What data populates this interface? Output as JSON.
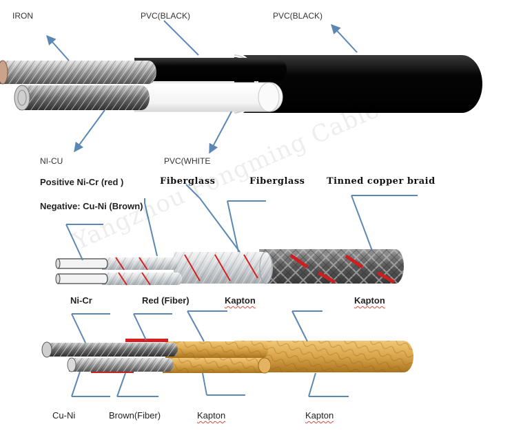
{
  "top_diagram": {
    "labels": {
      "iron": "IRON",
      "pvc_black_inner": "PVC(BLACK)",
      "pvc_black_outer": "PVC(BLACK)",
      "ni_cu": "NI-CU",
      "pvc_white": "PVC(WHITE"
    }
  },
  "middle_diagram": {
    "legend_positive": "Positive Ni-Cr (red )",
    "legend_negative": "Negative: Cu-Ni (Brown)",
    "top_labels": {
      "fiberglass_1": "Fiberglass",
      "fiberglass_2": "Fiberglass",
      "tinned_braid": "Tinned copper braid"
    },
    "bottom_labels": {
      "ni_cr": "Ni-Cr",
      "red_fiber": "Red (Fiber)",
      "kapton_1": "Kapton",
      "kapton_2": "Kapton"
    },
    "watermark": "Yangzhou Fongming Cable"
  },
  "bottom_diagram": {
    "labels": {
      "cu_ni": "Cu-Ni",
      "brown_fiber": "Brown(Fiber)",
      "kapton_1": "Kapton",
      "kapton_2": "Kapton"
    }
  },
  "colors": {
    "callout_line": "#5b87b5",
    "pvc_black": "#050505",
    "kapton": "#d9a54a",
    "red_stripe": "#d42020"
  }
}
